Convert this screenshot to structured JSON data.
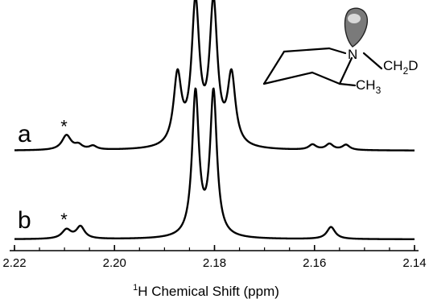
{
  "chart_data": {
    "type": "line",
    "title": "",
    "xlabel_sup": "1",
    "xlabel": "H Chemical Shift (ppm)",
    "ylabel": "",
    "xlim": [
      2.22,
      2.14
    ],
    "x_reversed": true,
    "x_ticks": [
      2.22,
      2.2,
      2.18,
      2.16,
      2.14
    ],
    "x_tick_labels": [
      "2.22",
      "2.20",
      "2.18",
      "2.16",
      "2.14"
    ],
    "ylim": [
      0,
      1
    ],
    "grid": false,
    "series": [
      {
        "name": "a",
        "peaks": [
          {
            "x": 2.2096,
            "height": 0.1,
            "width": 0.0011
          },
          {
            "x": 2.2072,
            "height": 0.03,
            "width": 0.0009
          },
          {
            "x": 2.2043,
            "height": 0.025,
            "width": 0.0009
          },
          {
            "x": 2.1874,
            "height": 0.47,
            "width": 0.00095
          },
          {
            "x": 2.1838,
            "height": 0.95,
            "width": 0.00095
          },
          {
            "x": 2.1802,
            "height": 0.95,
            "width": 0.00095
          },
          {
            "x": 2.1766,
            "height": 0.47,
            "width": 0.00095
          },
          {
            "x": 2.1604,
            "height": 0.035,
            "width": 0.0009
          },
          {
            "x": 2.157,
            "height": 0.04,
            "width": 0.0009
          },
          {
            "x": 2.1537,
            "height": 0.035,
            "width": 0.0009
          }
        ]
      },
      {
        "name": "b",
        "peaks": [
          {
            "x": 2.2096,
            "height": 0.06,
            "width": 0.0011
          },
          {
            "x": 2.2068,
            "height": 0.08,
            "width": 0.001
          },
          {
            "x": 2.1838,
            "height": 0.95,
            "width": 0.00082
          },
          {
            "x": 2.1802,
            "height": 0.95,
            "width": 0.00082
          },
          {
            "x": 2.1567,
            "height": 0.08,
            "width": 0.001
          }
        ]
      }
    ],
    "annotations": [
      {
        "text": "*",
        "series": "a",
        "x": 2.2101
      },
      {
        "text": "*",
        "series": "b",
        "x": 2.2101
      }
    ]
  },
  "molecule": {
    "atom_N": "N",
    "ch2d_main": "CH",
    "ch2d_sub": "2",
    "ch2d_tail": "D",
    "ch3_main": "CH",
    "ch3_sub": "3",
    "lone_pair_color": "#7a7a7a"
  }
}
